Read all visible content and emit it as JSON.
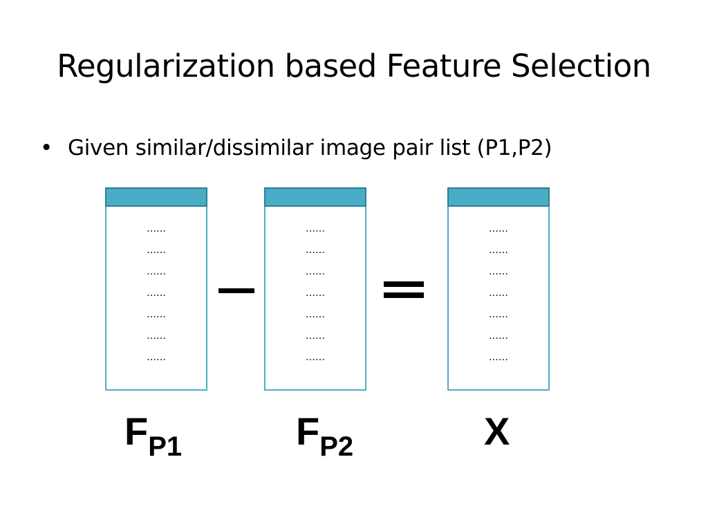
{
  "slide": {
    "title": "Regularization based Feature Selection",
    "bullet": {
      "marker": "•",
      "text": "Given similar/dissimilar image pair list (P1,P2)"
    },
    "boxes": [
      {
        "id": "fp1",
        "rows": [
          "……",
          "……",
          "……",
          "……",
          "……",
          "……",
          "……"
        ]
      },
      {
        "id": "fp2",
        "rows": [
          "……",
          "……",
          "……",
          "……",
          "……",
          "……",
          "……"
        ]
      },
      {
        "id": "x",
        "rows": [
          "……",
          "……",
          "……",
          "……",
          "……",
          "……",
          "……"
        ]
      }
    ],
    "labels": {
      "fp1": {
        "main": "F",
        "sub": "P1"
      },
      "fp2": {
        "main": "F",
        "sub": "P2"
      },
      "x": {
        "main": "X",
        "sub": ""
      }
    },
    "colors": {
      "box_border": "#4eacc6",
      "box_header": "#4bacc6",
      "header_border": "#2e7f93"
    }
  }
}
